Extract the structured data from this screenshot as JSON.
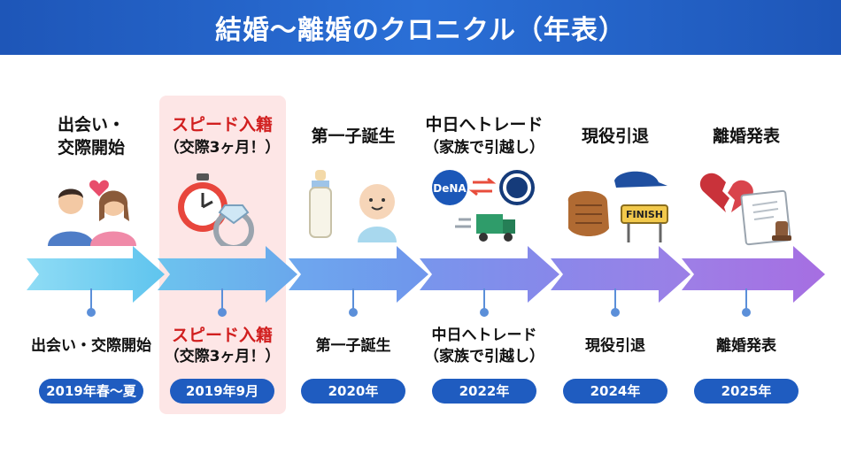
{
  "title": "結婚〜離婚のクロニクル（年表）",
  "events": [
    {
      "top_main": "出会い・",
      "top_sub": "交際開始",
      "bottom_main": "出会い・交際開始",
      "bottom_sub": "",
      "date": "2019年春〜夏"
    },
    {
      "top_main": "スピード入籍",
      "top_sub": "（交際3ヶ月！）",
      "bottom_main": "スピード入籍",
      "bottom_sub": "（交際3ヶ月！）",
      "date": "2019年9月"
    },
    {
      "top_main": "第一子誕生",
      "top_sub": "",
      "bottom_main": "第一子誕生",
      "bottom_sub": "",
      "date": "2020年"
    },
    {
      "top_main": "中日へトレード",
      "top_sub": "（家族で引越し）",
      "bottom_main": "中日へトレード",
      "bottom_sub": "（家族で引越し）",
      "date": "2022年"
    },
    {
      "top_main": "現役引退",
      "top_sub": "",
      "bottom_main": "現役引退",
      "bottom_sub": "",
      "date": "2024年"
    },
    {
      "top_main": "離婚発表",
      "top_sub": "",
      "bottom_main": "離婚発表",
      "bottom_sub": "",
      "date": "2025年"
    }
  ],
  "logos": {
    "dena": "DeNA",
    "finish": "FINISH"
  },
  "colors": {
    "header": "#2a6fd6",
    "highlight": "#fde6e6",
    "accent_red": "#d11f1f",
    "pill": "#1f5cc0"
  }
}
